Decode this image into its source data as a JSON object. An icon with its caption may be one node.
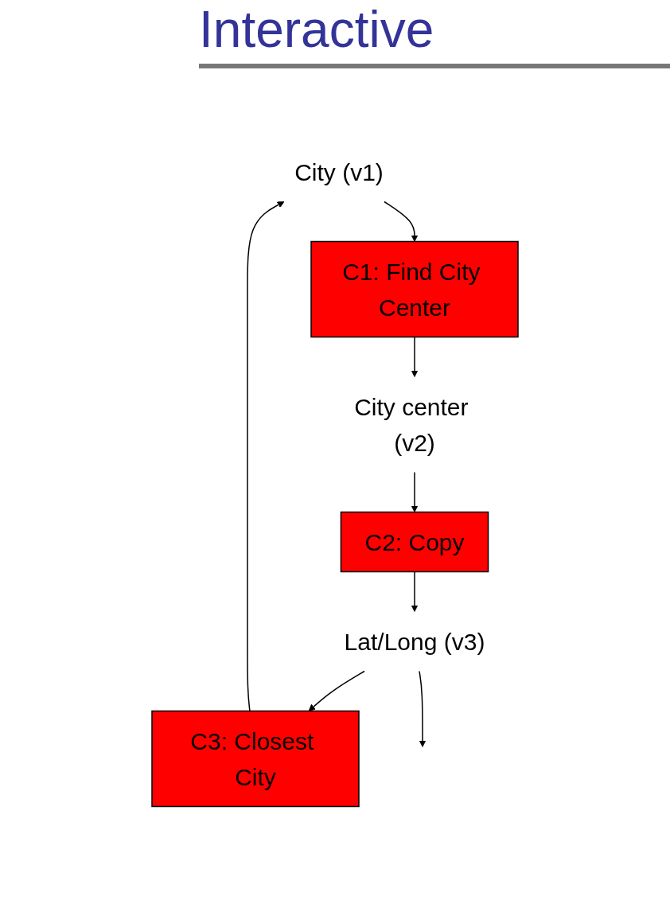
{
  "diagram": {
    "title": "Interactive",
    "nodes": [
      {
        "text": [
          "City (v1)"
        ]
      },
      {
        "text": [
          "C1: Find City Center"
        ]
      },
      {
        "text": [
          "City center (v2)"
        ]
      },
      {
        "text": [
          "C2: Copy"
        ]
      },
      {
        "text": [
          "Lat/Long (v3)"
        ]
      },
      {
        "text": [
          "C3: Closest City"
        ]
      }
    ],
    "edges": [
      {
        "from": 0,
        "to": 1,
        "arrow": "to"
      },
      {
        "from": 1,
        "to": 2,
        "arrow": "to"
      },
      {
        "from": 2,
        "to": 3,
        "arrow": "to"
      },
      {
        "from": 3,
        "to": 4,
        "arrow": "to"
      },
      {
        "from": 4,
        "to": 5,
        "arrow": "to"
      },
      {
        "from": 5,
        "to": 0,
        "arrow": "to"
      },
      {
        "from": 4,
        "to": null,
        "arrow": "to"
      }
    ]
  }
}
